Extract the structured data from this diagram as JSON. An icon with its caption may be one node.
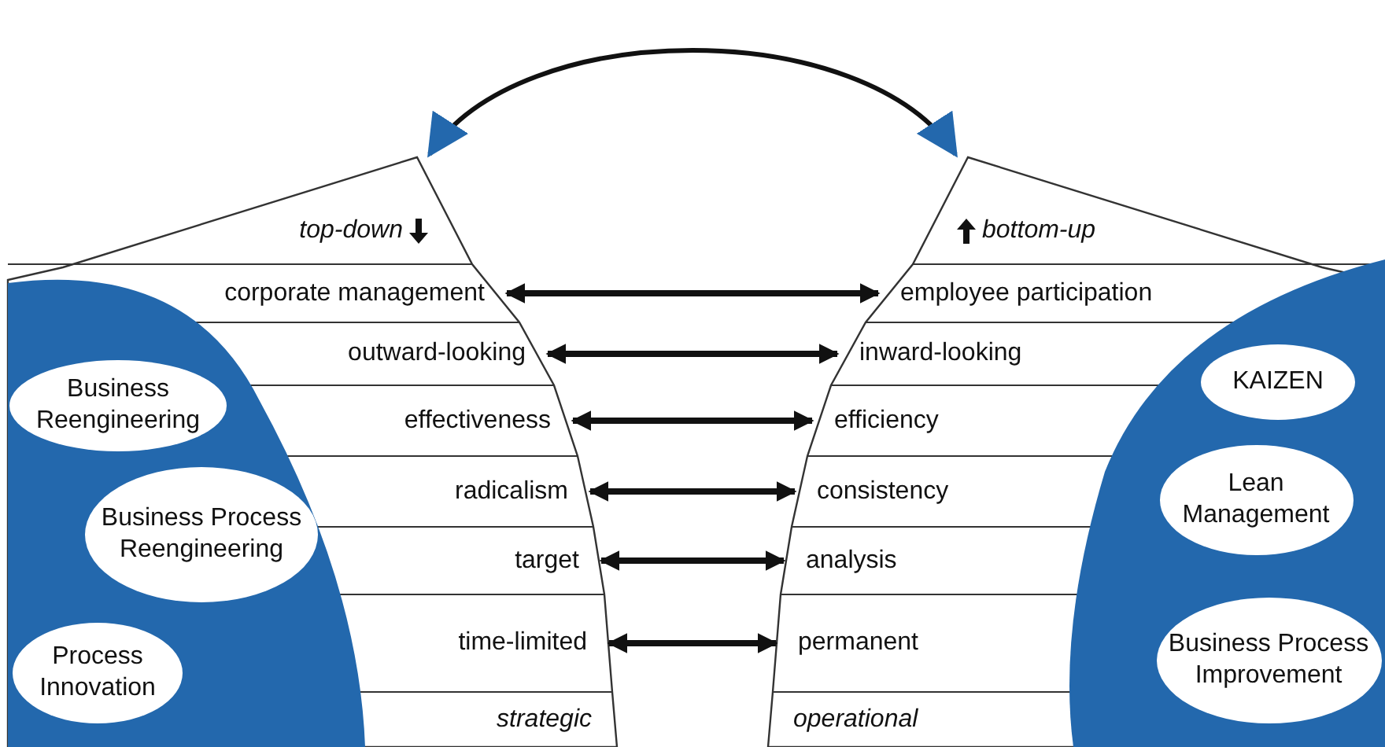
{
  "diagram": {
    "nodes": [
      {
        "text": [],
        "shape": "box"
      },
      {
        "text": [
          "top-down"
        ],
        "in": 0
      },
      {
        "text": [
          "corporate management"
        ],
        "in": 0
      },
      {
        "text": [
          "outward-looking"
        ],
        "in": 0
      },
      {
        "text": [
          "effectiveness"
        ],
        "in": 0
      },
      {
        "text": [
          "radicalism"
        ],
        "in": 0
      },
      {
        "text": [
          "target"
        ],
        "in": 0
      },
      {
        "text": [
          "time-limited"
        ],
        "in": 0
      },
      {
        "text": [
          "strategic"
        ],
        "in": 0
      },
      {
        "text": [],
        "shape": "box"
      },
      {
        "text": [
          "bottom-up"
        ],
        "in": 9
      },
      {
        "text": [
          "employee participation"
        ],
        "in": 9
      },
      {
        "text": [
          "inward-looking"
        ],
        "in": 9
      },
      {
        "text": [
          "efficiency"
        ],
        "in": 9
      },
      {
        "text": [
          "consistency"
        ],
        "in": 9
      },
      {
        "text": [
          "analysis"
        ],
        "in": 9
      },
      {
        "text": [
          "permanent"
        ],
        "in": 9
      },
      {
        "text": [
          "operational"
        ],
        "in": 9
      },
      {
        "text": [
          "Business Reengineering"
        ],
        "in": 0
      },
      {
        "text": [
          "Business Process Reengineering"
        ],
        "in": 0
      },
      {
        "text": [
          "Process Innovation"
        ],
        "in": 0
      },
      {
        "text": [
          "KAIZEN"
        ],
        "in": 9
      },
      {
        "text": [
          "Lean Management"
        ],
        "in": 9
      },
      {
        "text": [
          "Business Process Improvement"
        ],
        "in": 9
      }
    ],
    "edges": [
      {
        "from": 0,
        "to": 9,
        "arrow": "both"
      },
      {
        "from": 2,
        "to": 11,
        "arrow": "both"
      },
      {
        "from": 3,
        "to": 12,
        "arrow": "both"
      },
      {
        "from": 4,
        "to": 13,
        "arrow": "both"
      },
      {
        "from": 5,
        "to": 14,
        "arrow": "both"
      },
      {
        "from": 6,
        "to": 15,
        "arrow": "both"
      },
      {
        "from": 7,
        "to": 16,
        "arrow": "both"
      }
    ]
  }
}
